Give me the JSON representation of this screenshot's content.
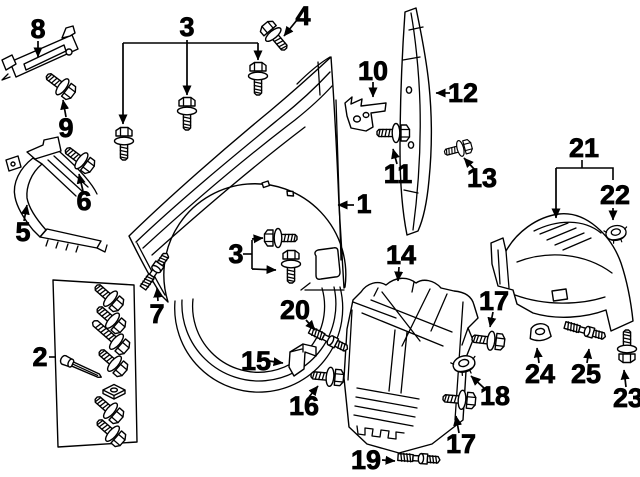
{
  "colors": {
    "line": "#000000",
    "background": "#ffffff"
  },
  "callouts": {
    "n1": "1",
    "n2": "2",
    "n3_top": "3",
    "n3_bottom": "3",
    "n4": "4",
    "n5": "5",
    "n6": "6",
    "n7": "7",
    "n8": "8",
    "n9": "9",
    "n10": "10",
    "n11": "11",
    "n12": "12",
    "n13": "13",
    "n14": "14",
    "n15": "15",
    "n16": "16",
    "n17_upper": "17",
    "n17_lower": "17",
    "n18": "18",
    "n19": "19",
    "n20": "20",
    "n21": "21",
    "n22": "22",
    "n23": "23",
    "n24": "24",
    "n25": "25"
  }
}
